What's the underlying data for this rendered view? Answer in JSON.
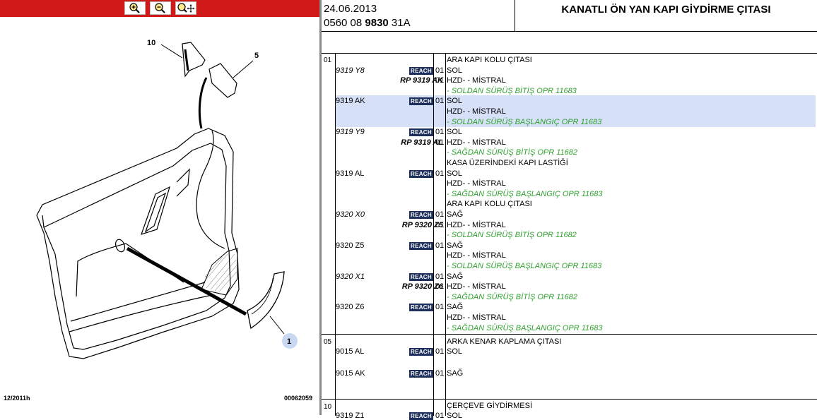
{
  "toolbar": {
    "zoom_in_icon": "magnifier-plus-icon",
    "zoom_out_icon": "magnifier-minus-icon",
    "zoom_pan_icon": "magnifier-move-icon",
    "color": "#d01a1a"
  },
  "diagram": {
    "callouts": [
      {
        "label": "10"
      },
      {
        "label": "5"
      },
      {
        "label": "1"
      }
    ],
    "footer_left": "12/2011h",
    "footer_right": "00062059"
  },
  "header": {
    "date": "24.06.2013",
    "ref_prefix": "0560 08 ",
    "ref_bold": "9830",
    "ref_suffix": " 31A",
    "title": "KANATLI ÖN YAN KAPI GİYDİRME ÇITASI"
  },
  "groups": [
    "01",
    "05",
    "10"
  ],
  "reach_label": "REACH",
  "lines": [
    {
      "ref": "",
      "rp": "",
      "reach": false,
      "qty": "",
      "text": "ARA KAPI KOLU ÇITASI",
      "style": "plain"
    },
    {
      "ref": "9319 Y8",
      "ref_italic": true,
      "rp": "",
      "reach": true,
      "qty": "01",
      "text": "SOL",
      "style": "plain"
    },
    {
      "ref": "",
      "rp": "RP 9319 AK",
      "reach": false,
      "qty": "01",
      "text": "HZD- - MİSTRAL",
      "style": "plain"
    },
    {
      "ref": "",
      "rp": "",
      "reach": false,
      "qty": "",
      "text": "- SOLDAN SÜRÜŞ BİTİŞ OPR 11683",
      "style": "green"
    },
    {
      "ref": "9319 AK",
      "ref_italic": false,
      "rp": "",
      "reach": true,
      "qty": "01",
      "text": "SOL",
      "style": "plain"
    },
    {
      "ref": "",
      "rp": "",
      "reach": false,
      "qty": "",
      "text": "HZD- - MİSTRAL",
      "style": "plain"
    },
    {
      "ref": "",
      "rp": "",
      "reach": false,
      "qty": "",
      "text": "- SOLDAN SÜRÜŞ BAŞLANGIÇ OPR 11683",
      "style": "green"
    },
    {
      "ref": "9319 Y9",
      "ref_italic": true,
      "rp": "",
      "reach": true,
      "qty": "01",
      "text": "SOL",
      "style": "plain"
    },
    {
      "ref": "",
      "rp": "RP 9319 AL",
      "reach": false,
      "qty": "01",
      "text": "HZD- - MİSTRAL",
      "style": "plain"
    },
    {
      "ref": "",
      "rp": "",
      "reach": false,
      "qty": "",
      "text": "- SAĞDAN SÜRÜŞ BİTİŞ OPR 11682",
      "style": "green"
    },
    {
      "ref": "",
      "rp": "",
      "reach": false,
      "qty": "",
      "text": "KASA ÜZERİNDEKİ KAPI LASTİĞİ",
      "style": "plain"
    },
    {
      "ref": "9319 AL",
      "ref_italic": false,
      "rp": "",
      "reach": true,
      "qty": "01",
      "text": "SOL",
      "style": "plain"
    },
    {
      "ref": "",
      "rp": "",
      "reach": false,
      "qty": "",
      "text": "HZD- - MİSTRAL",
      "style": "plain"
    },
    {
      "ref": "",
      "rp": "",
      "reach": false,
      "qty": "",
      "text": "- SAĞDAN SÜRÜŞ BAŞLANGIÇ OPR 11683",
      "style": "green"
    },
    {
      "ref": "",
      "rp": "",
      "reach": false,
      "qty": "",
      "text": "ARA KAPI KOLU ÇITASI",
      "style": "plain"
    },
    {
      "ref": "9320 X0",
      "ref_italic": true,
      "rp": "",
      "reach": true,
      "qty": "01",
      "text": "SAĞ",
      "style": "plain"
    },
    {
      "ref": "",
      "rp": "RP 9320 Z5",
      "reach": false,
      "qty": "01",
      "text": "HZD- - MİSTRAL",
      "style": "plain"
    },
    {
      "ref": "",
      "rp": "",
      "reach": false,
      "qty": "",
      "text": "- SOLDAN SÜRÜŞ BİTİŞ OPR 11682",
      "style": "green"
    },
    {
      "ref": "9320 Z5",
      "ref_italic": false,
      "rp": "",
      "reach": true,
      "qty": "01",
      "text": "SAĞ",
      "style": "plain"
    },
    {
      "ref": "",
      "rp": "",
      "reach": false,
      "qty": "",
      "text": "HZD- - MİSTRAL",
      "style": "plain"
    },
    {
      "ref": "",
      "rp": "",
      "reach": false,
      "qty": "",
      "text": "- SOLDAN SÜRÜŞ BAŞLANGIÇ OPR 11683",
      "style": "green"
    },
    {
      "ref": "9320 X1",
      "ref_italic": true,
      "rp": "",
      "reach": true,
      "qty": "01",
      "text": "SAĞ",
      "style": "plain"
    },
    {
      "ref": "",
      "rp": "RP 9320 Z6",
      "reach": false,
      "qty": "01",
      "text": "HZD- - MİSTRAL",
      "style": "plain"
    },
    {
      "ref": "",
      "rp": "",
      "reach": false,
      "qty": "",
      "text": "- SAĞDAN SÜRÜŞ BİTİŞ OPR 11682",
      "style": "green"
    },
    {
      "ref": "9320 Z6",
      "ref_italic": false,
      "rp": "",
      "reach": true,
      "qty": "01",
      "text": "SAĞ",
      "style": "plain"
    },
    {
      "ref": "",
      "rp": "",
      "reach": false,
      "qty": "",
      "text": "HZD- - MİSTRAL",
      "style": "plain"
    },
    {
      "ref": "",
      "rp": "",
      "reach": false,
      "qty": "",
      "text": "- SAĞDAN SÜRÜŞ BAŞLANGIÇ OPR 11683",
      "style": "green"
    },
    {
      "ref": "",
      "rp": "",
      "reach": false,
      "qty": "",
      "text": "ARKA KENAR KAPLAMA ÇITASI",
      "style": "plain"
    },
    {
      "ref": "9015 AL",
      "ref_italic": false,
      "rp": "",
      "reach": true,
      "qty": "01",
      "text": "SOL",
      "style": "plain"
    },
    {
      "ref": "9015 AK",
      "ref_italic": false,
      "rp": "",
      "reach": true,
      "qty": "01",
      "text": "SAĞ",
      "style": "plain"
    },
    {
      "ref": "",
      "rp": "",
      "reach": false,
      "qty": "",
      "text": "ÇERÇEVE GİYDİRMESİ",
      "style": "plain"
    },
    {
      "ref": "9319 Z1",
      "ref_italic": false,
      "rp": "",
      "reach": true,
      "qty": "01",
      "text": "SOL",
      "style": "plain"
    }
  ]
}
